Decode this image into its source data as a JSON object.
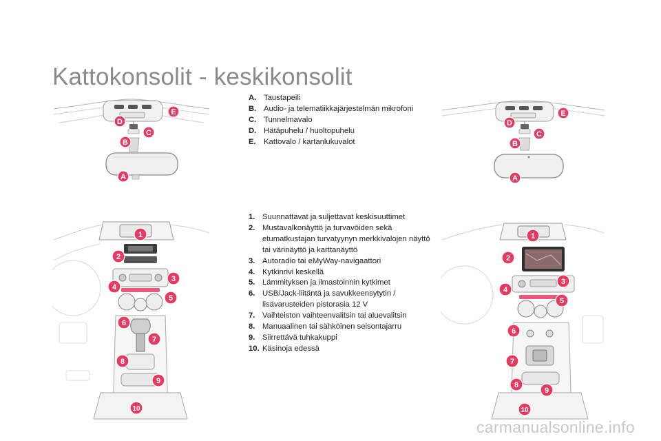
{
  "page": {
    "title": "Kattokonsolit - keskikonsolit"
  },
  "legend_roof": [
    {
      "key": "A.",
      "text": "Taustapeili"
    },
    {
      "key": "B.",
      "text": "Audio- ja telematiikkajärjestelmän mikrofoni"
    },
    {
      "key": "C.",
      "text": "Tunnelmavalo"
    },
    {
      "key": "D.",
      "text": "Hätäpuhelu / huoltopuhelu"
    },
    {
      "key": "E.",
      "text": "Kattovalo / kartanlukuvalot"
    }
  ],
  "legend_console": [
    {
      "key": "1.",
      "text": "Suunnattavat ja suljettavat keskisuuttimet"
    },
    {
      "key": "2.",
      "text": "Mustavalkonäyttö ja turvavöiden sekä etumatkustajan turvatyynyn merkkivalojen näyttö tai värinäyttö ja karttanäyttö"
    },
    {
      "key": "3.",
      "text": "Autoradio tai eMyWay-navigaattori"
    },
    {
      "key": "4.",
      "text": "Kytkinrivi keskellä"
    },
    {
      "key": "5.",
      "text": "Lämmityksen ja ilmastoinnin kytkimet"
    },
    {
      "key": "6.",
      "text": "USB/Jack-liitäntä ja savukkeensytytin / lisävarusteiden pistorasia 12 V"
    },
    {
      "key": "7.",
      "text": "Vaihteiston vaihteenvalitsin tai aluevalitsin"
    },
    {
      "key": "8.",
      "text": "Manuaalinen tai sähköinen seisontajarru"
    },
    {
      "key": "9.",
      "text": "Siirrettävä tuhkakuppi"
    },
    {
      "key": "10.",
      "text": "Käsinoja edessä"
    }
  ],
  "callouts_roof": [
    "A",
    "B",
    "C",
    "D",
    "E"
  ],
  "callouts_console": [
    "1",
    "2",
    "3",
    "4",
    "5",
    "6",
    "7",
    "8",
    "9",
    "10"
  ],
  "footer": {
    "watermark": "carmanualsonline.info"
  },
  "colors": {
    "callout": "#e43b63",
    "title": "#8a8a8a",
    "line": "#9a9a9a",
    "watermark": "#c8c8c8"
  }
}
